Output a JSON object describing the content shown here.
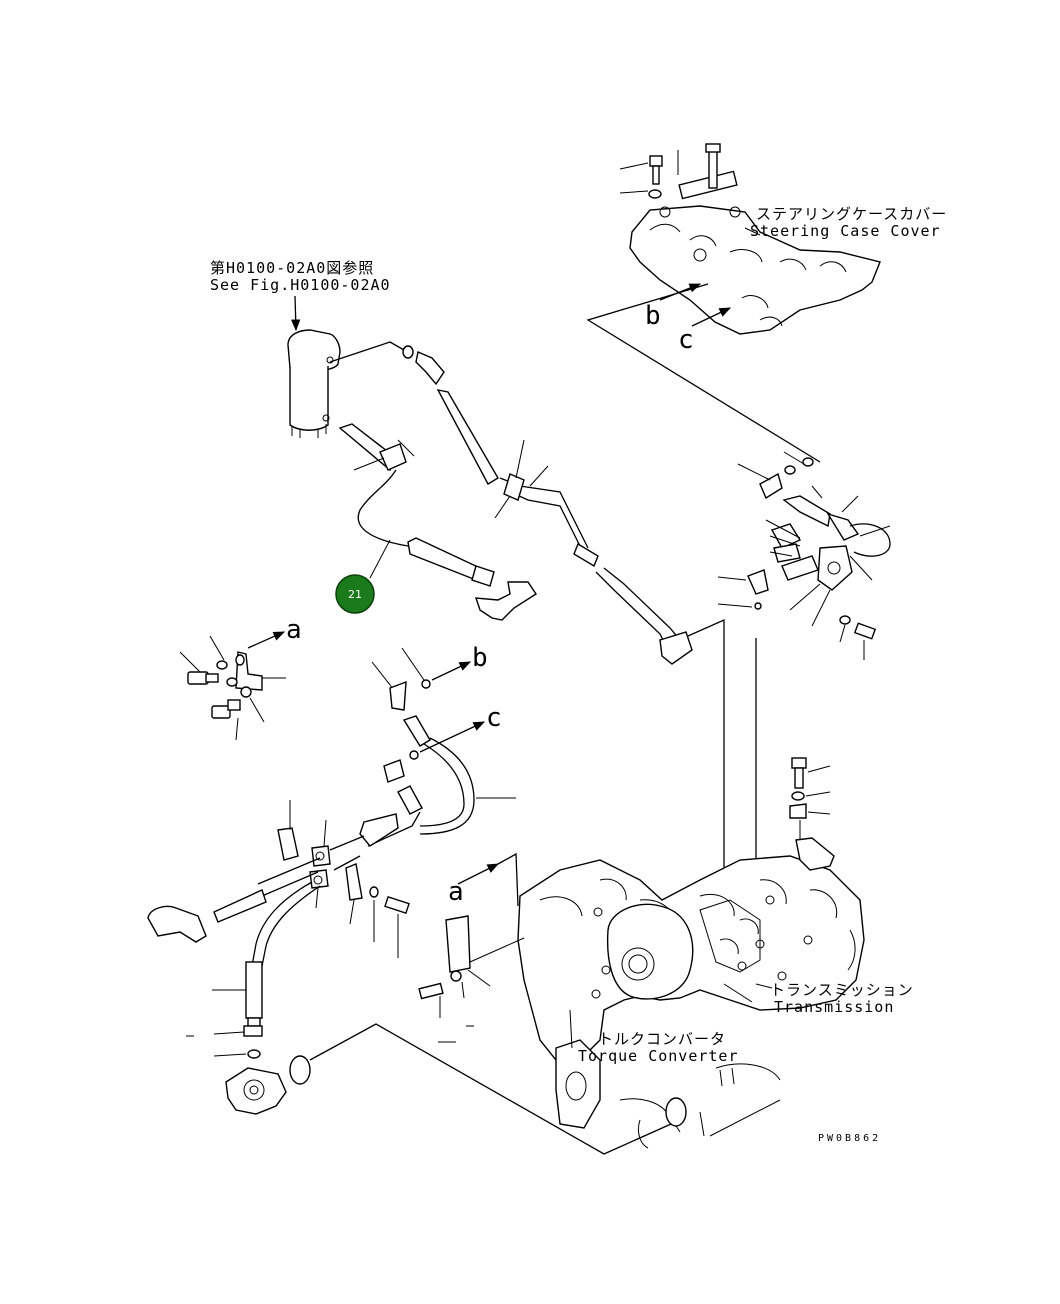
{
  "labels": {
    "filter_ref_jp": "第H0100-02A0図参照",
    "filter_ref_en": "See Fig.H0100-02A0",
    "steering_jp": "ステアリングケースカバー",
    "steering_en": "Steering Case Cover",
    "transmission_jp": "トランスミッション",
    "transmission_en": "Transmission",
    "torque_jp": "トルクコンバータ",
    "torque_en": "Torque Converter",
    "drawing_code": "PW0B862"
  },
  "connection_letters": {
    "a_left": "a",
    "b_left": "b",
    "c_left": "c",
    "a_lower": "a",
    "b_upper": "b",
    "c_upper": "c"
  },
  "callout": {
    "number": "21",
    "fill": "#1b7a1b",
    "border": "#0a3f0a"
  }
}
